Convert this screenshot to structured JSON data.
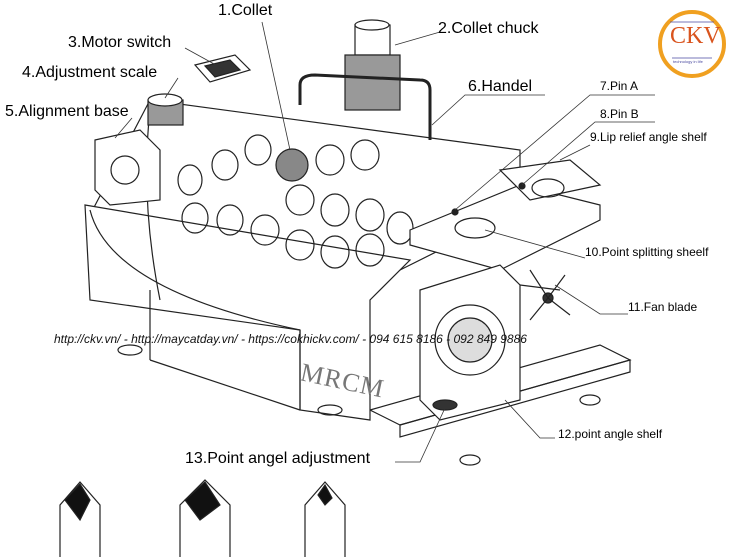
{
  "labels": {
    "collet": "1.Collet",
    "collet_chuck": "2.Collet chuck",
    "motor_switch": "3.Motor switch",
    "adjustment_scale": "4.Adjustment scale",
    "alignment_base": "5.Alignment base",
    "handel": "6.Handel",
    "pin_a": "7.Pin A",
    "pin_b": "8.Pin B",
    "lip_relief": "9.Lip relief angle shelf",
    "point_splitting": "10.Point splitting sheelf",
    "fan_blade": "11.Fan blade",
    "point_angle_shelf": "12.point angle shelf",
    "point_angel_adjustment": "13.Point angel adjustment"
  },
  "watermark": "http://ckv.vn/ - http://maycatday.vn/ - https://cokhickv.com/ - 094 615 8186 - 092 849 9886",
  "machine_brand": "MRCM",
  "logo": {
    "text": "CKV",
    "tagline": "technology in life",
    "color": "#d9541e",
    "ring_color": "#f0a020"
  }
}
